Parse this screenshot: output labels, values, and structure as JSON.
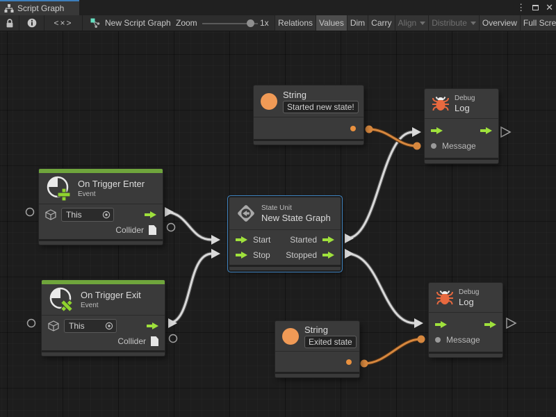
{
  "window": {
    "tab_title": "Script Graph",
    "controls": {
      "menu_glyph": "⋮",
      "close_glyph": "✕"
    }
  },
  "toolbar": {
    "code_glyph": "<×>",
    "graph_name": "New Script Graph",
    "zoom_label": "Zoom",
    "zoom_value": "1x",
    "buttons": [
      {
        "label": "Relations",
        "state": "normal"
      },
      {
        "label": "Values",
        "state": "active"
      },
      {
        "label": "Dim",
        "state": "normal"
      },
      {
        "label": "Carry",
        "state": "normal"
      },
      {
        "label": "Align",
        "state": "disabled"
      },
      {
        "label": "Distribute",
        "state": "disabled"
      },
      {
        "label": "Overview",
        "state": "normal"
      },
      {
        "label": "Full Screen",
        "state": "normal"
      }
    ]
  },
  "nodes": {
    "string_top": {
      "title": "String",
      "value": "Started new state!"
    },
    "debug_top": {
      "subtitle": "Debug",
      "title": "Log",
      "input_label": "Message"
    },
    "on_trigger_enter": {
      "title": "On Trigger Enter",
      "subtitle": "Event",
      "target_value": "This",
      "output_label": "Collider"
    },
    "state_unit": {
      "subtitle": "State Unit",
      "title": "New State Graph",
      "inputs": [
        "Start",
        "Stop"
      ],
      "outputs": [
        "Started",
        "Stopped"
      ],
      "selected": true
    },
    "on_trigger_exit": {
      "title": "On Trigger Exit",
      "subtitle": "Event",
      "target_value": "This",
      "output_label": "Collider"
    },
    "string_bottom": {
      "title": "String",
      "value": "Exited state"
    },
    "debug_bottom": {
      "subtitle": "Debug",
      "title": "Log",
      "input_label": "Message"
    }
  },
  "connections": [
    {
      "from": "On Trigger Enter",
      "to": "New State Graph: Start",
      "type": "flow"
    },
    {
      "from": "On Trigger Exit",
      "to": "New State Graph: Stop",
      "type": "flow"
    },
    {
      "from": "New State Graph: Started",
      "to": "Debug Log (top)",
      "type": "flow"
    },
    {
      "from": "New State Graph: Stopped",
      "to": "Debug Log (bottom)",
      "type": "flow"
    },
    {
      "from": "String: Started new state!",
      "to": "Debug Log (top): Message",
      "type": "value"
    },
    {
      "from": "String: Exited state",
      "to": "Debug Log (bottom): Message",
      "type": "value"
    }
  ],
  "colors": {
    "accent_green": "#9FE13C",
    "header_green": "#6FA53C",
    "orange": "#F09A56",
    "bug_orange": "#E8693F",
    "wire_white": "#D9D9D9",
    "wire_orange": "#D6873E",
    "selection_blue": "#3F82BE",
    "tab_accent_blue": "#3D7EBB"
  }
}
